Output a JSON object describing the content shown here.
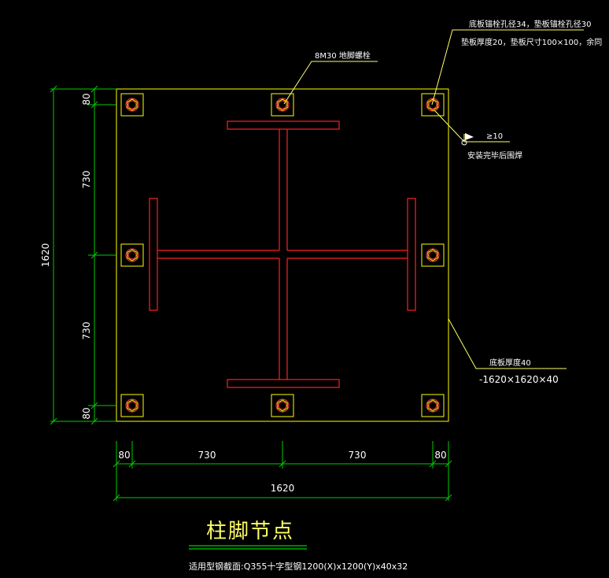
{
  "annotations": {
    "anchor_bolt": "8M30 地脚螺栓",
    "bolt_hole_line1": "底板锚栓孔径34，垫板锚栓孔径30",
    "bolt_hole_line2": "垫板厚度20，垫板尺寸100×100，余同",
    "weld_symbol_size": "≥10",
    "weld_note": "安装完毕后围焊",
    "base_plate_thickness": "底板厚度40",
    "base_plate_size": "-1620×1620×40"
  },
  "dimensions": {
    "left_segments": [
      "80",
      "730",
      "730",
      "80"
    ],
    "left_total": "1620",
    "bottom_segments": [
      "80",
      "730",
      "730",
      "80"
    ],
    "bottom_total": "1620"
  },
  "title": {
    "main": "柱脚节点",
    "subtitle": "适用型钢截面:Q355十字型钢1200(X)x1200(Y)x40x32"
  },
  "colors": {
    "background": "#000000",
    "plate": "#ffff00",
    "steel": "#ff2020",
    "dimension": "#00cc00",
    "leader": "#ffff66",
    "bolt": "#ff4040"
  }
}
